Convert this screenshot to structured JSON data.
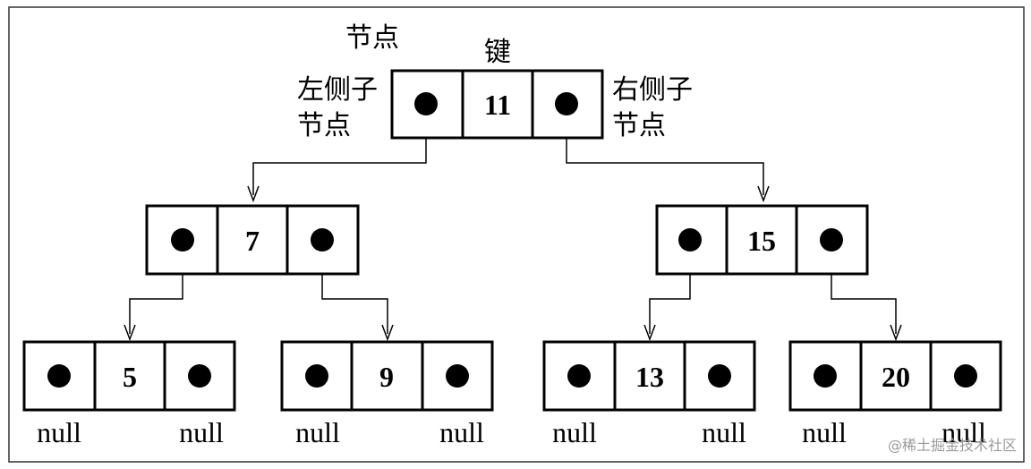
{
  "annotations": {
    "node": "节点",
    "key": "键",
    "left_child": [
      "左侧子",
      "节点"
    ],
    "right_child": [
      "右侧子",
      "节点"
    ]
  },
  "tree": {
    "root": {
      "key": "11"
    },
    "level1": [
      {
        "key": "7"
      },
      {
        "key": "15"
      }
    ],
    "leaves": [
      {
        "key": "5",
        "left": "null",
        "right": "null"
      },
      {
        "key": "9",
        "left": "null",
        "right": "null"
      },
      {
        "key": "13",
        "left": "null",
        "right": "null"
      },
      {
        "key": "20",
        "left": "null",
        "right": "null"
      }
    ]
  },
  "watermark": "@稀土掘金技术社区"
}
